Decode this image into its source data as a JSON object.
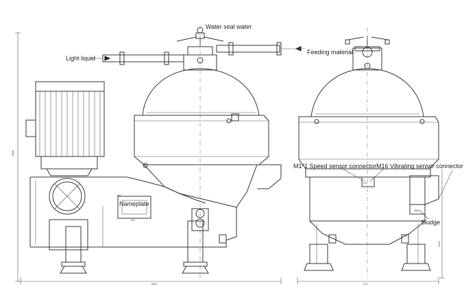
{
  "labels": {
    "water_seal": "Water seal water",
    "light_liquid": "Light liquid",
    "feeding_material": "Feeding material",
    "nameplate": "Nameplate",
    "speed_sensor": "M1*1 Speed sensor connector",
    "vibrating_sensor": "M16 Vibrating sensor connector",
    "sludge": "Sludge"
  },
  "dimensions": {
    "left_height": "1688",
    "left_width": "1580",
    "right_width": "927",
    "right_height": "1415",
    "sludge_dia": "Ø80"
  }
}
